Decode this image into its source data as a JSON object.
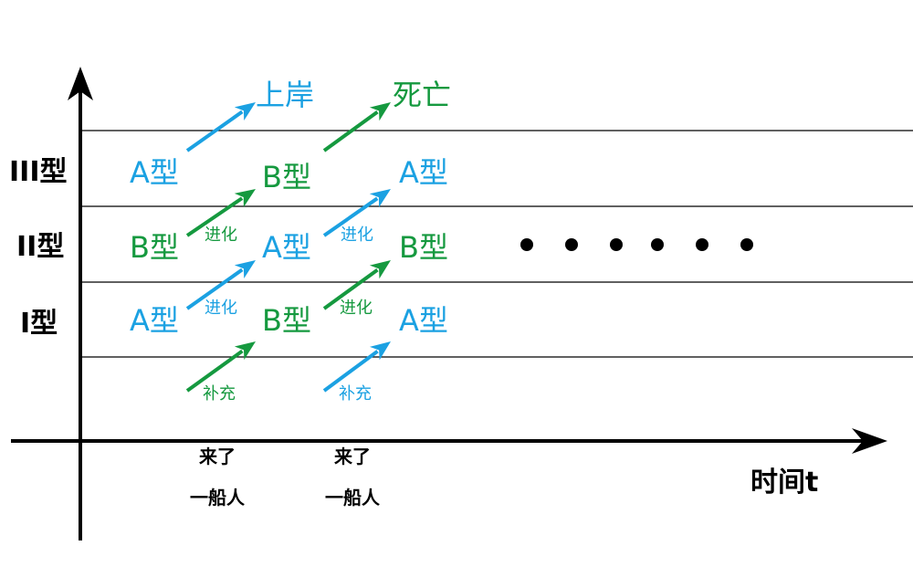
{
  "colors": {
    "blue": "#1ba1e2",
    "green": "#15993f",
    "black": "#000000"
  },
  "row_labels": [
    "III型",
    "II型",
    "I型"
  ],
  "x_axis_label": "时间t",
  "outcomes": {
    "left": "上岸",
    "right": "死亡"
  },
  "columns": [
    {
      "cells": [
        "A型",
        "B型",
        "A型"
      ],
      "colors": [
        "blue",
        "green",
        "blue"
      ]
    },
    {
      "cells": [
        "B型",
        "A型",
        "B型"
      ],
      "colors": [
        "green",
        "blue",
        "green"
      ]
    },
    {
      "cells": [
        "A型",
        "B型",
        "A型"
      ],
      "colors": [
        "blue",
        "green",
        "blue"
      ]
    }
  ],
  "evolve_label": "进化",
  "supply_label": "补充",
  "arrival_labels": [
    {
      "line1": "来了",
      "line2": "一船人"
    },
    {
      "line1": "来了",
      "line2": "一船人"
    }
  ],
  "continuation_dots": 6
}
